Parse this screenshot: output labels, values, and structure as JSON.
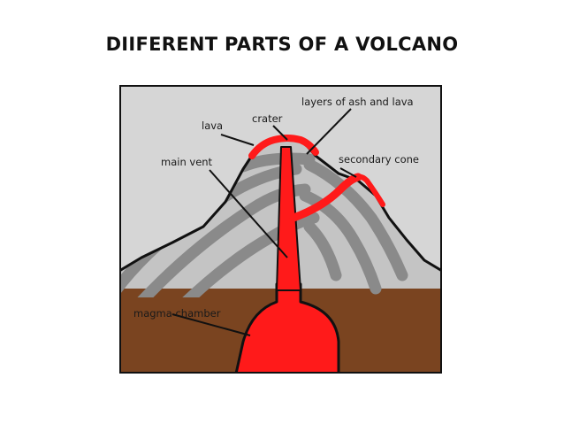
{
  "page": {
    "title": "DIIFERENT PARTS OF A VOLCANO"
  },
  "diagram": {
    "labels": {
      "crater": "crater",
      "layers": "layers of ash and lava",
      "lava": "lava",
      "main_vent": "main vent",
      "secondary_cone": "secondary cone",
      "magma_chamber": "magma chamber"
    },
    "colors": {
      "sky": "#d6d6d6",
      "ground": "#7a4420",
      "mountain_light": "#c4c4c4",
      "mountain_stripe": "#8a8a8a",
      "magma": "#ff1a1a",
      "outline": "#111111"
    }
  }
}
